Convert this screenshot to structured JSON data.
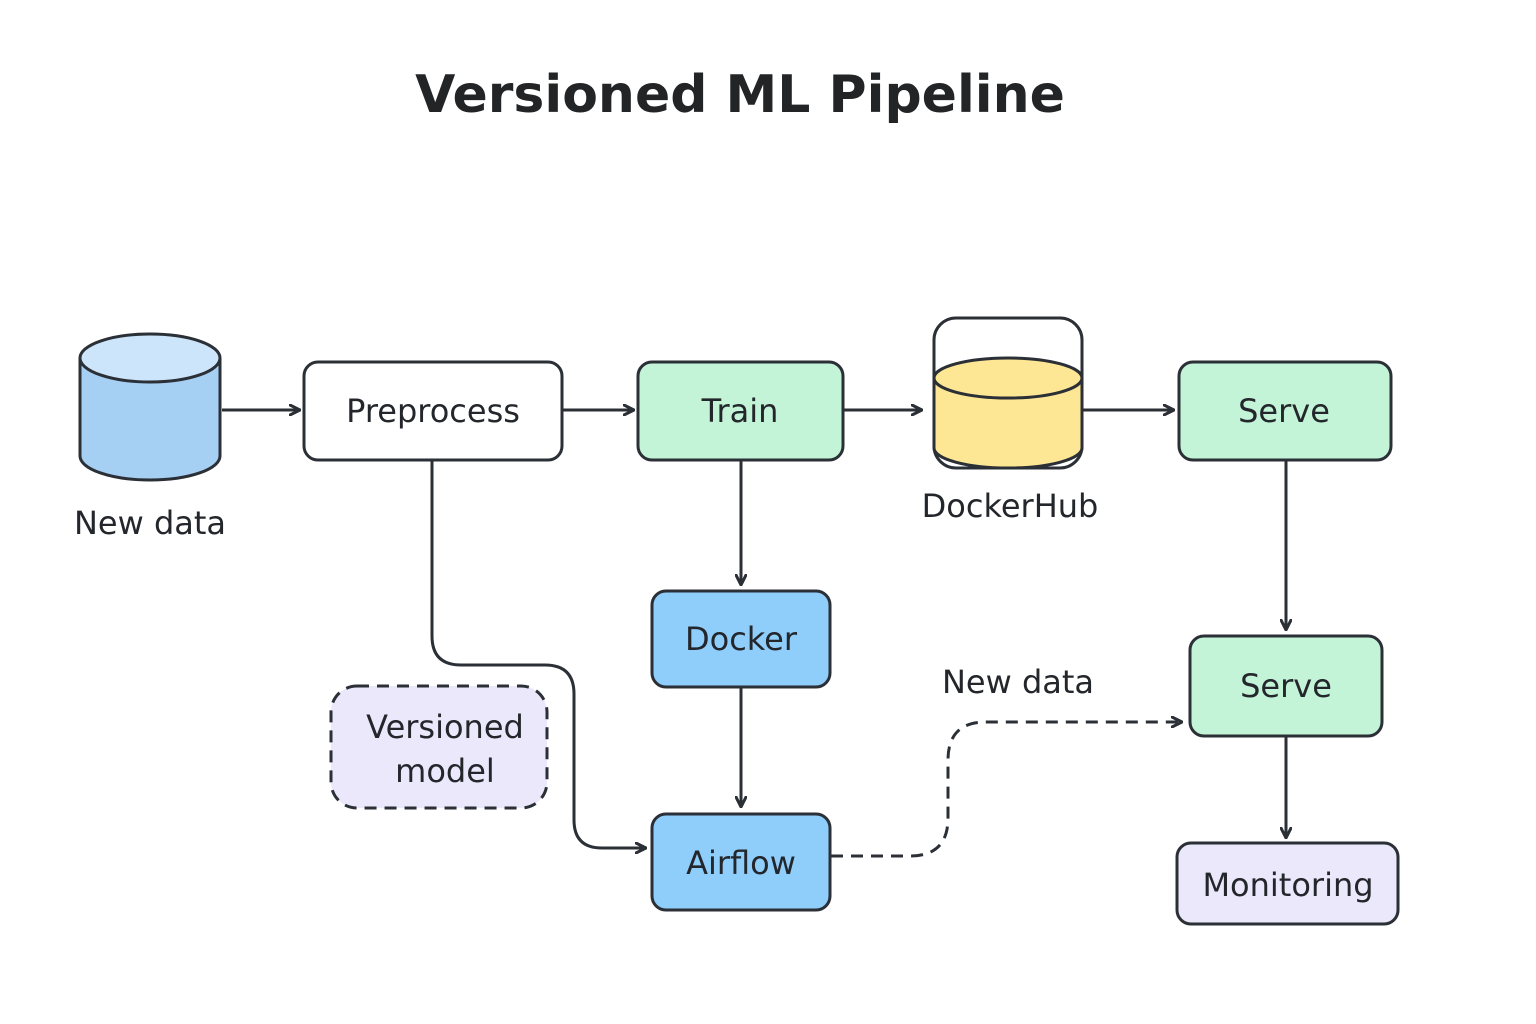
{
  "title": "Versioned ML Pipeline",
  "colors": {
    "stroke": "#2b2f36",
    "data_blue": "#a6cff4",
    "data_blue_top": "#cde5fb",
    "green": "#c3f4d8",
    "blue": "#8fcdfb",
    "purple": "#ebe8fb",
    "yellow": "#fde694",
    "white": "#ffffff"
  },
  "nodes": {
    "new_data_db": {
      "label": "New data",
      "shape": "database-cylinder"
    },
    "preprocess": {
      "label": "Preprocess"
    },
    "train": {
      "label": "Train"
    },
    "dockerhub": {
      "label": "DockerHub",
      "shape": "bucket-cylinder"
    },
    "serve_top": {
      "label": "Serve"
    },
    "docker": {
      "label": "Docker"
    },
    "airflow": {
      "label": "Airflow"
    },
    "versioned_model": {
      "label_line1": "Versioned",
      "label_line2": "model",
      "style": "dashed"
    },
    "serve_bottom": {
      "label": "Serve"
    },
    "monitoring": {
      "label": "Monitoring"
    }
  },
  "edges": [
    {
      "from": "new_data_db",
      "to": "preprocess"
    },
    {
      "from": "preprocess",
      "to": "train"
    },
    {
      "from": "train",
      "to": "dockerhub"
    },
    {
      "from": "dockerhub",
      "to": "serve_top"
    },
    {
      "from": "train",
      "to": "docker"
    },
    {
      "from": "docker",
      "to": "airflow"
    },
    {
      "from": "preprocess",
      "to": "airflow"
    },
    {
      "from": "airflow",
      "to": "serve_bottom",
      "style": "dashed",
      "label": "New data"
    },
    {
      "from": "serve_top",
      "to": "serve_bottom"
    },
    {
      "from": "serve_bottom",
      "to": "monitoring"
    }
  ]
}
